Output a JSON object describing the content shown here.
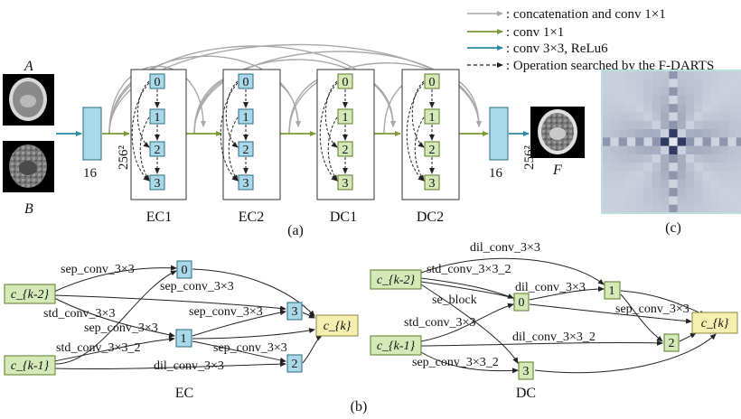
{
  "legend": {
    "concat": ": concatenation and conv 1×1",
    "conv1": ": conv 1×1",
    "conv3": ": conv 3×3, ReLu6",
    "searched": ": Operation searched by the F-DARTS"
  },
  "colors": {
    "blue": "#a9d8e8",
    "green": "#d5e8b8",
    "yellow": "#f5efb0",
    "gray_arrow": "#a8a8a8",
    "green_arrow": "#7a9a35",
    "teal_arrow": "#2a8aa0"
  },
  "panel_a": {
    "input_a": "A",
    "input_b": "B",
    "output": "F",
    "channels_in": "16",
    "channels_out": "16",
    "size_in": "256²",
    "size_out": "256²",
    "node_labels": [
      "0",
      "1",
      "2",
      "3"
    ],
    "blocks": [
      "EC1",
      "EC2",
      "DC1",
      "DC2"
    ],
    "caption": "(a)"
  },
  "panel_c": {
    "caption": "(c)"
  },
  "panel_b": {
    "caption": "(b)",
    "ec": {
      "title": "EC",
      "input1": "c_{k-2}",
      "input2": "c_{k-1}",
      "output": "c_{k}",
      "nodes": [
        "0",
        "1",
        "2",
        "3"
      ],
      "ops": {
        "op1": "sep_conv_3×3",
        "op2": "sep_conv_3×3",
        "op3": "std_conv_3×3",
        "op4": "sep_conv_3×3",
        "op5": "sep_conv_3×3",
        "op6": "std_conv_3×3_2",
        "op7": "sep_conv_3×3",
        "op8": "dil_conv_3×3"
      }
    },
    "dc": {
      "title": "DC",
      "input1": "c_{k-2}",
      "input2": "c_{k-1}",
      "output": "c_{k}",
      "nodes": [
        "0",
        "1",
        "2",
        "3"
      ],
      "ops": {
        "op1": "dil_conv_3×3",
        "op2": "std_conv_3×3_2",
        "op3": "dil_conv_3×3",
        "op4": "se_block",
        "op5": "sep_conv_3×3",
        "op6": "std_conv_3×3",
        "op7": "dil_conv_3×3_2",
        "op8": "sep_conv_3×3_2"
      }
    }
  }
}
